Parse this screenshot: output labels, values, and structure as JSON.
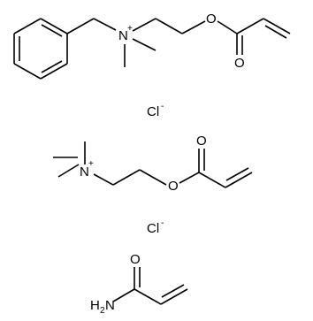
{
  "molecule_1": {
    "nitrogen": "N",
    "charge": "+",
    "ester_oxygen": "O",
    "carbonyl_oxygen": "O"
  },
  "counter_ion_1": {
    "symbol": "Cl",
    "charge": "-"
  },
  "molecule_2": {
    "nitrogen": "N",
    "charge": "+",
    "ester_oxygen": "O",
    "carbonyl_oxygen": "O"
  },
  "counter_ion_2": {
    "symbol": "Cl",
    "charge": "-"
  },
  "molecule_3": {
    "carbonyl_oxygen": "O",
    "amine": "H",
    "amine_subscript": "2",
    "amine_n": "N"
  }
}
